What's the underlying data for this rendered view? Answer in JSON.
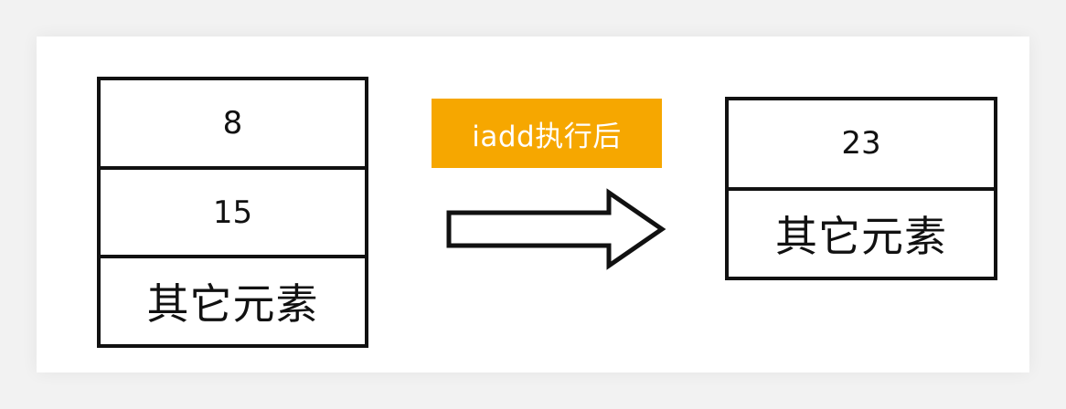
{
  "diagram": {
    "before_stack": {
      "cells": [
        "8",
        "15",
        "其它元素"
      ]
    },
    "operation_label": "iadd执行后",
    "after_stack": {
      "cells": [
        "23",
        "其它元素"
      ]
    },
    "colors": {
      "label_background": "#f6a700",
      "label_text": "#ffffff",
      "stroke": "#111111"
    },
    "icons": {
      "arrow": "right-arrow-outline-icon"
    }
  }
}
